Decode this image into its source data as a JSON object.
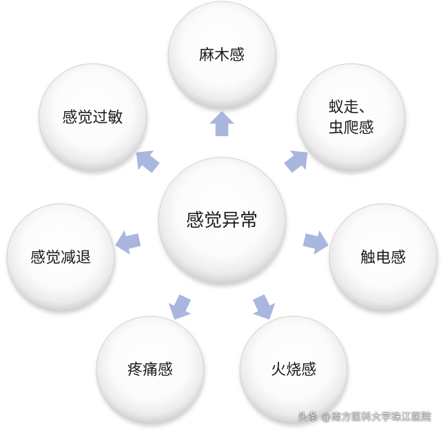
{
  "colors": {
    "arrow_fill": "#a9b6dd",
    "arrow_stroke": "#ffffff",
    "circle_edge": "#d3d3d3",
    "text": "#1a1a1a"
  },
  "center": {
    "label": "感觉异常"
  },
  "nodes": [
    {
      "label": "麻木感"
    },
    {
      "label": "蚁走、\n虫爬感"
    },
    {
      "label": "触电感"
    },
    {
      "label": "火烧感"
    },
    {
      "label": "疼痛感"
    },
    {
      "label": "感觉减退"
    },
    {
      "label": "感觉过敏"
    }
  ],
  "watermark": "头条 @南方医科大学珠江医院"
}
